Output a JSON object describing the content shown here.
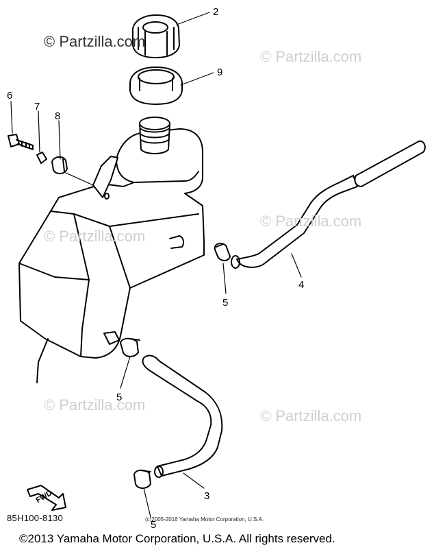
{
  "watermarks": {
    "top_left": "© Partzilla.com",
    "top_right": "© Partzilla.com",
    "mid_left": "© Partzilla.com",
    "mid_right": "© Partzilla.com",
    "low_left": "© Partzilla.com",
    "low_right": "© Partzilla.com"
  },
  "callouts": {
    "cap": "2",
    "gasket": "9",
    "bolt": "6",
    "washer": "7",
    "grommet": "8",
    "upper_clamp": "5",
    "upper_hose": "4",
    "lower_clamp": "5",
    "lower_hose": "3",
    "bottom_clamp": "5"
  },
  "fwd_label": "FWD",
  "diagram_code": "85H100-8130",
  "small_copyright": "(c)2005-2016 Yamaha Motor Corporation, U.S.A.",
  "footer": "©2013 Yamaha Motor Corporation, U.S.A. All rights reserved."
}
